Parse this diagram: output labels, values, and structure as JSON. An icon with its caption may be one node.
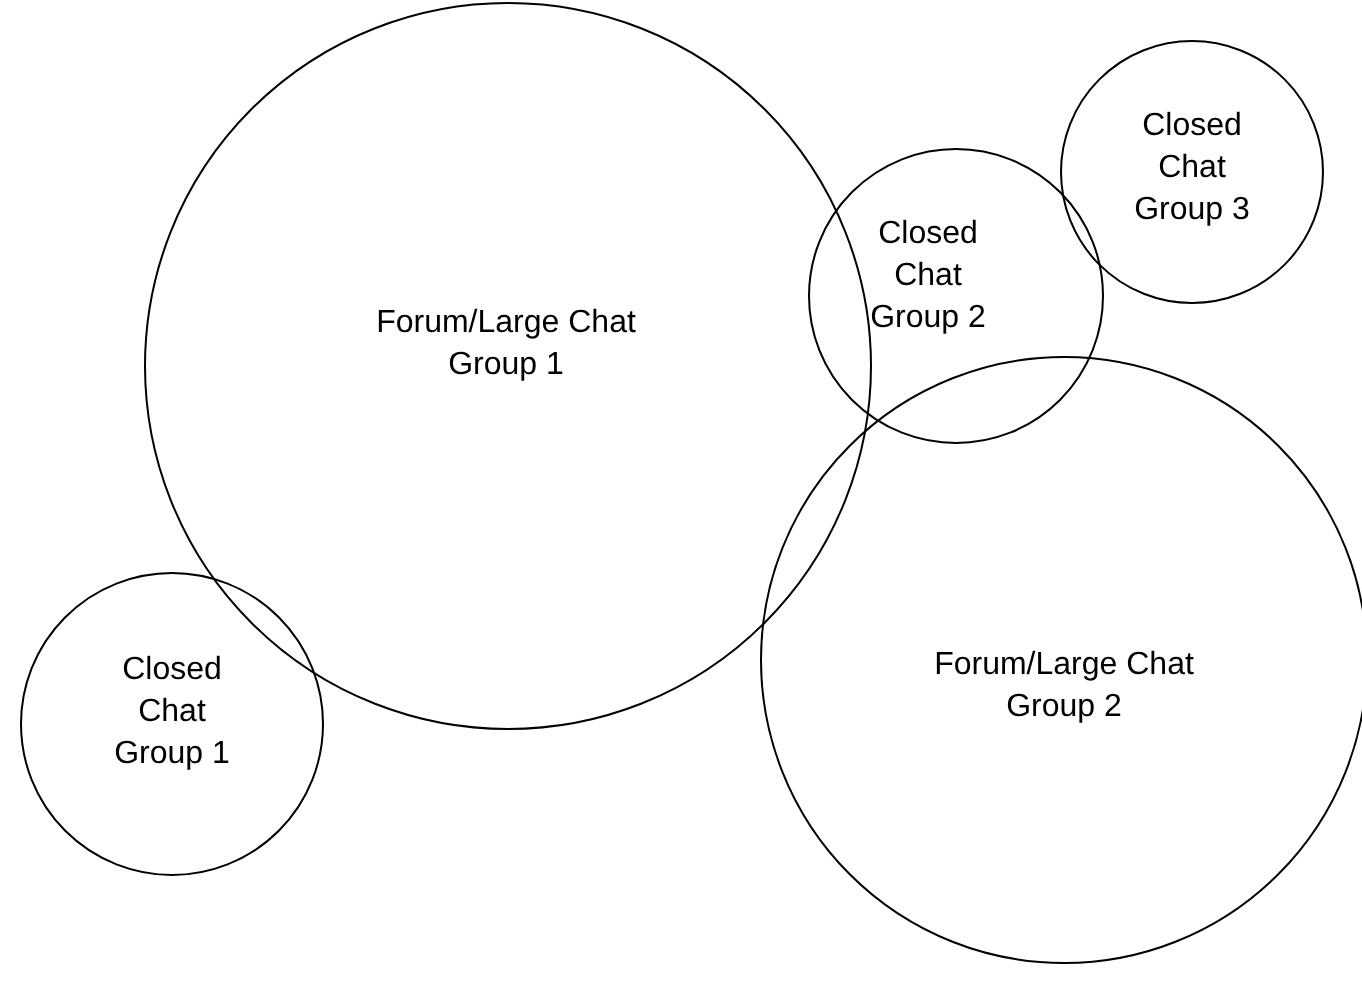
{
  "diagram": {
    "nodes": [
      {
        "text": [
          "Forum/Large Chat Group 1"
        ]
      },
      {
        "text": [
          "Closed Chat Group 2"
        ]
      },
      {
        "text": [
          "Closed Chat Group 3"
        ]
      },
      {
        "text": [
          "Closed Chat Group 1"
        ]
      },
      {
        "text": [
          "Forum/Large Chat Group 2"
        ]
      }
    ]
  }
}
